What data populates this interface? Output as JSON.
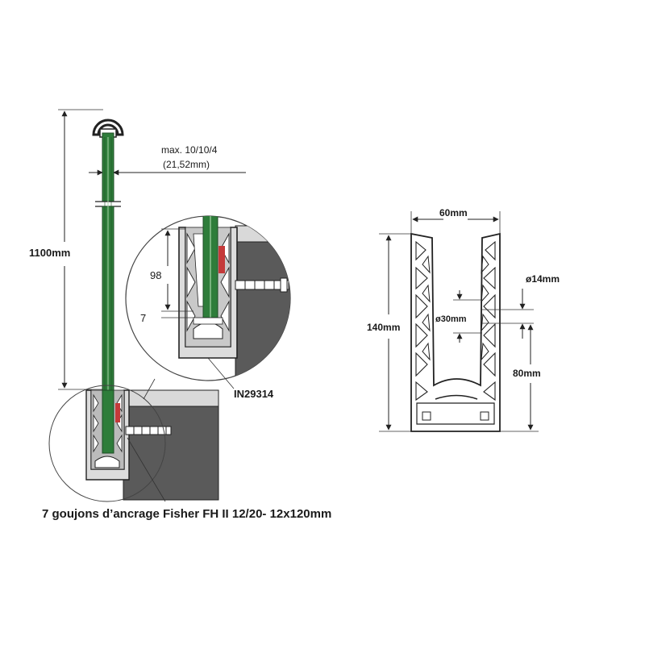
{
  "labels": {
    "max_thickness_line1": "max. 10/10/4",
    "max_thickness_line2": "(21,52mm)",
    "height": "1100mm",
    "detail_depth": "98",
    "detail_seven": "7",
    "profile_ref": "IN29314",
    "anchors": "7 goujons d’ancrage Fisher FH II 12/20- 12x120mm",
    "width": "60mm",
    "profile_height": "140mm",
    "hole_diameter": "ø14mm",
    "slot_width": "ø30mm",
    "hole_height": "80mm"
  },
  "colors": {
    "glass": "#2e7d3a",
    "profile_fill": "#dcdcdc",
    "concrete": "#5a5a5a",
    "gasket": "#c43a3a"
  }
}
